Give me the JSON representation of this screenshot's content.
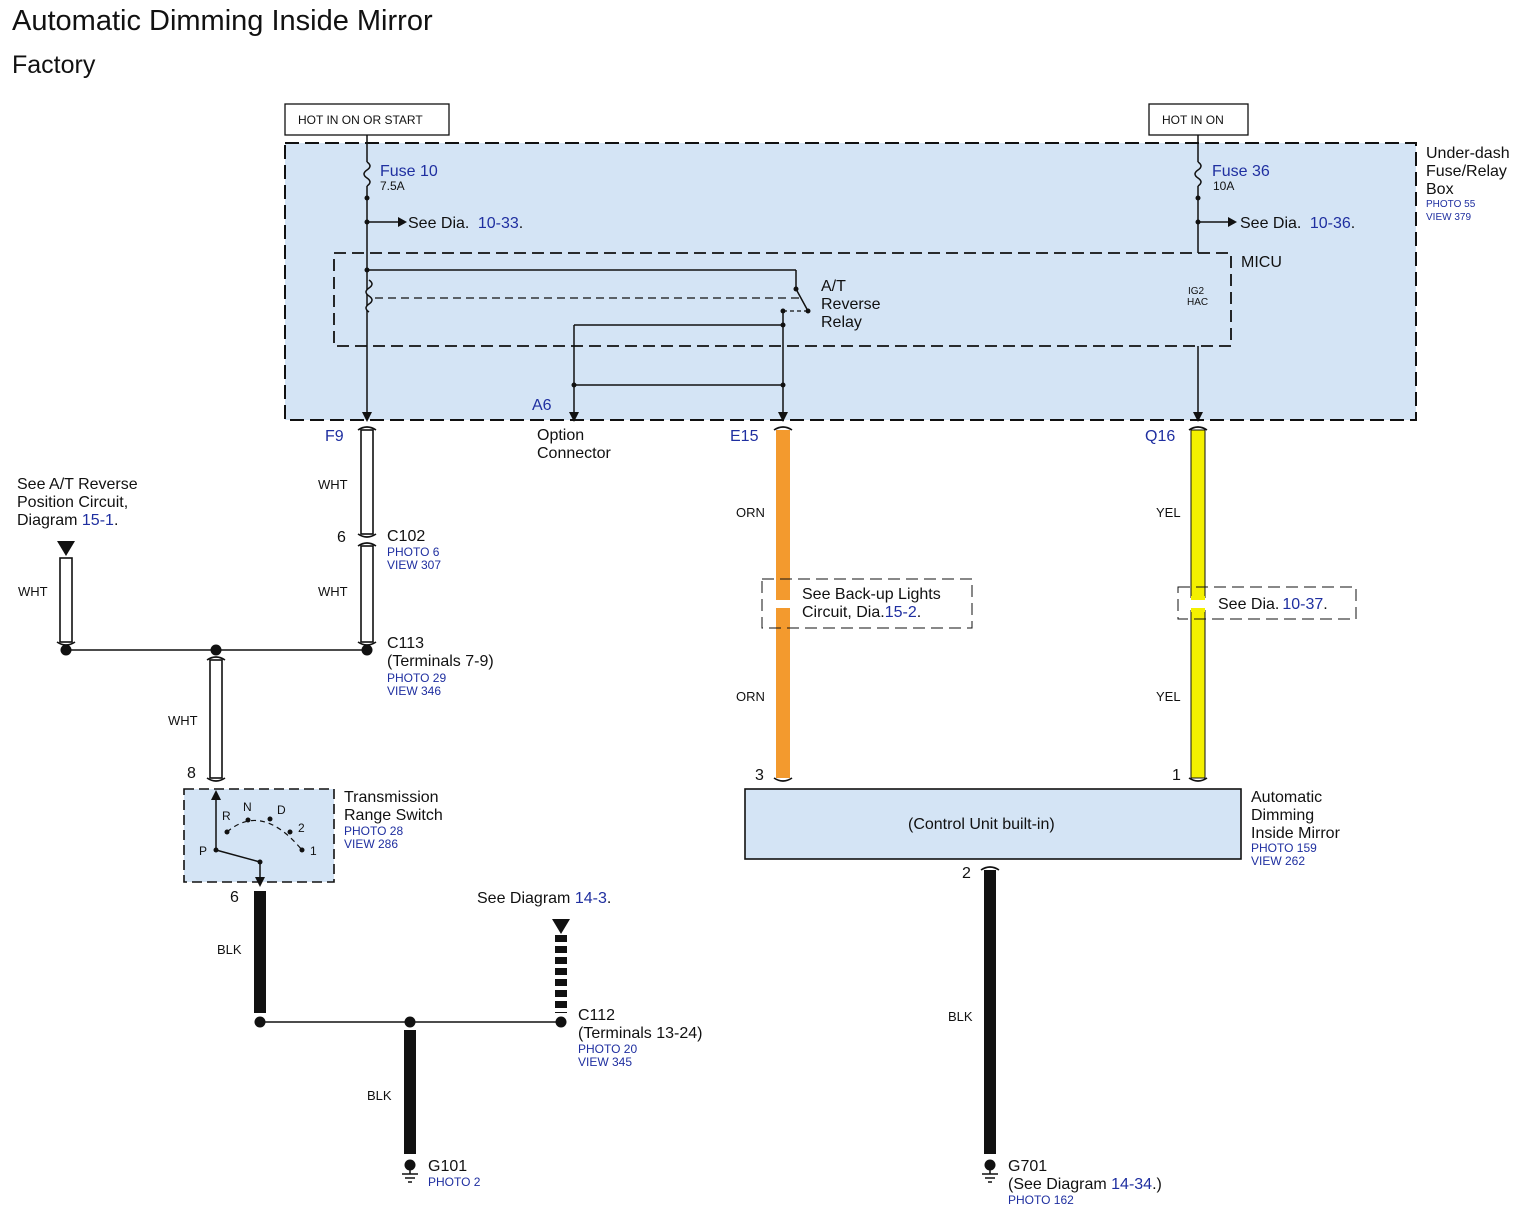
{
  "page": {
    "title": "Automatic Dimming Inside Mirror",
    "subtitle": "Factory"
  },
  "power": {
    "left_label": "HOT IN ON OR START",
    "right_label": "HOT IN ON"
  },
  "fuse_box": {
    "name": "Under-dash Fuse/Relay Box",
    "name_lines": [
      "Under-dash",
      "Fuse/Relay",
      "Box"
    ],
    "photo": "PHOTO 55",
    "view": "VIEW 379",
    "fuse_left": {
      "name": "Fuse 10",
      "rating": "7.5A",
      "see_prefix": "See Dia.",
      "see_ref": "10-33",
      "see_suffix": "."
    },
    "fuse_right": {
      "name": "Fuse 36",
      "rating": "10A",
      "see_prefix": "See Dia.",
      "see_ref": "10-36",
      "see_suffix": "."
    },
    "micu": "MICU",
    "relay_lines": [
      "A/T",
      "Reverse",
      "Relay"
    ],
    "ig2": "IG2",
    "hac": "HAC",
    "pin_a6": "A6",
    "option_lines": [
      "Option",
      "Connector"
    ]
  },
  "pins": {
    "f9": "F9",
    "e15": "E15",
    "q16": "Q16"
  },
  "wires": {
    "wht": "WHT",
    "orn": "ORN",
    "yel": "YEL",
    "blk": "BLK"
  },
  "connectors": {
    "c102": {
      "pin": "6",
      "name": "C102",
      "photo": "PHOTO 6",
      "view": "VIEW 307"
    },
    "c113": {
      "name": "C113",
      "terminals": "(Terminals 7-9)",
      "photo": "PHOTO 29",
      "view": "VIEW 346"
    },
    "c112": {
      "name": "C112",
      "terminals": "(Terminals 13-24)",
      "photo": "PHOTO 20",
      "view": "VIEW 345"
    }
  },
  "reverse_ref": {
    "lines": [
      "See A/T Reverse",
      "Position Circuit,"
    ],
    "diag_prefix": "Diagram ",
    "diag_ref": "15-1",
    "diag_suffix": "."
  },
  "backup_ref": {
    "line1": "See Back-up Lights",
    "line2_prefix": "Circuit, Dia.",
    "line2_ref": "15-2",
    "line2_suffix": "."
  },
  "yel_ref": {
    "prefix": "See Dia.",
    "ref": "10-37",
    "suffix": "."
  },
  "diag14_3": {
    "prefix": "See Diagram ",
    "ref": "14-3",
    "suffix": "."
  },
  "trs": {
    "lines": [
      "Transmission",
      "Range Switch"
    ],
    "photo": "PHOTO 28",
    "view": "VIEW 286",
    "pin_top": "8",
    "pin_bottom": "6",
    "positions": {
      "r": "R",
      "n": "N",
      "d": "D",
      "two": "2",
      "p": "P",
      "one": "1"
    }
  },
  "mirror": {
    "box_text": "(Control Unit built-in)",
    "lines": [
      "Automatic",
      "Dimming",
      "Inside Mirror"
    ],
    "photo": "PHOTO 159",
    "view": "VIEW 262",
    "pin3": "3",
    "pin1": "1",
    "pin2": "2"
  },
  "grounds": {
    "g101": {
      "name": "G101",
      "photo": "PHOTO 2"
    },
    "g701": {
      "name": "G701",
      "see_prefix": "(See Diagram ",
      "see_ref": "14-34",
      "see_suffix": ".)",
      "photo": "PHOTO 162"
    }
  },
  "colors": {
    "box_fill": "#d4e4f5",
    "orange_wire": "#f39a2e",
    "yellow_wire": "#f4f000",
    "ref_blue": "#1f2fa0"
  }
}
